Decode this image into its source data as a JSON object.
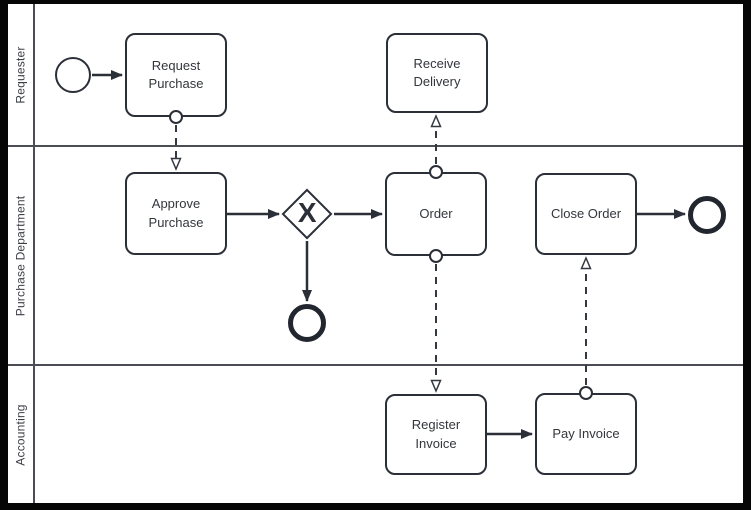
{
  "diagram": {
    "type": "bpmn-process",
    "colors": {
      "shape_stroke": "#2b2f38",
      "lane_border": "#4a4d54",
      "background": "#ffffff",
      "frame": "#000000"
    },
    "lanes": [
      {
        "id": "requester",
        "label": "Requester"
      },
      {
        "id": "purchase-department",
        "label": "Purchase Department"
      },
      {
        "id": "accounting",
        "label": "Accounting"
      }
    ],
    "nodes": {
      "start_event": {
        "type": "start-event",
        "lane": "Requester"
      },
      "request_purchase": {
        "type": "task",
        "label": "Request Purchase",
        "lane": "Requester"
      },
      "receive_delivery": {
        "type": "task",
        "label": "Receive Delivery",
        "lane": "Requester"
      },
      "approve_purchase": {
        "type": "task",
        "label": "Approve Purchase",
        "lane": "Purchase Department"
      },
      "exclusive_gateway": {
        "type": "exclusive-gateway",
        "marker": "X",
        "lane": "Purchase Department"
      },
      "order": {
        "type": "task",
        "label": "Order",
        "lane": "Purchase Department"
      },
      "close_order": {
        "type": "task",
        "label": "Close Order",
        "lane": "Purchase Department"
      },
      "end_event_after_gateway": {
        "type": "end-event",
        "lane": "Purchase Department"
      },
      "end_event_after_close_order": {
        "type": "end-event",
        "lane": "Purchase Department"
      },
      "register_invoice": {
        "type": "task",
        "label": "Register Invoice",
        "lane": "Accounting"
      },
      "pay_invoice": {
        "type": "task",
        "label": "Pay Invoice",
        "lane": "Accounting"
      }
    },
    "flows": {
      "sequence": [
        {
          "from": "start_event",
          "to": "request_purchase"
        },
        {
          "from": "approve_purchase",
          "to": "exclusive_gateway"
        },
        {
          "from": "exclusive_gateway",
          "to": "order"
        },
        {
          "from": "exclusive_gateway",
          "to": "end_event_after_gateway"
        },
        {
          "from": "register_invoice",
          "to": "pay_invoice"
        },
        {
          "from": "close_order",
          "to": "end_event_after_close_order"
        }
      ],
      "message": [
        {
          "from": "request_purchase",
          "to": "approve_purchase"
        },
        {
          "from": "order",
          "to": "receive_delivery"
        },
        {
          "from": "order",
          "to": "register_invoice"
        },
        {
          "from": "pay_invoice",
          "to": "close_order"
        }
      ]
    }
  }
}
